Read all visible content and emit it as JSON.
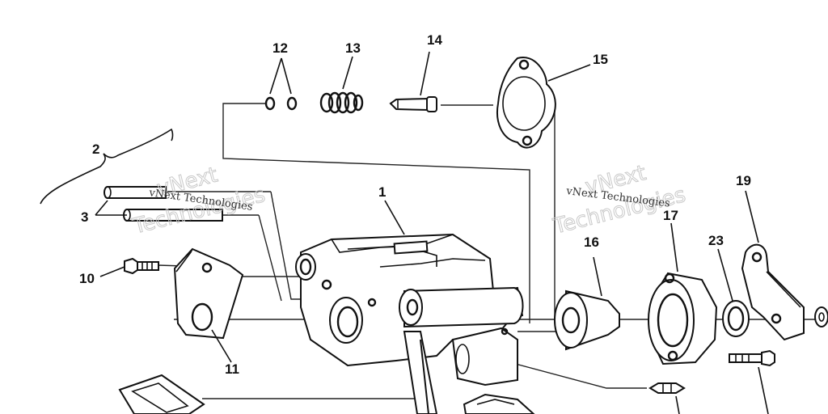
{
  "watermarks": {
    "left_small": "vNext Technologies",
    "left_big_1": "vNext",
    "left_big_2": "Technologies",
    "right_small": "vNext Technologies",
    "right_big_1": "vNext",
    "right_big_2": "Technologies"
  },
  "callouts": {
    "c1": "1",
    "c2": "2",
    "c3": "3",
    "c10": "10",
    "c11": "11",
    "c12": "12",
    "c13": "13",
    "c14": "14",
    "c15": "15",
    "c16": "16",
    "c17": "17",
    "c19": "19",
    "c23": "23"
  }
}
